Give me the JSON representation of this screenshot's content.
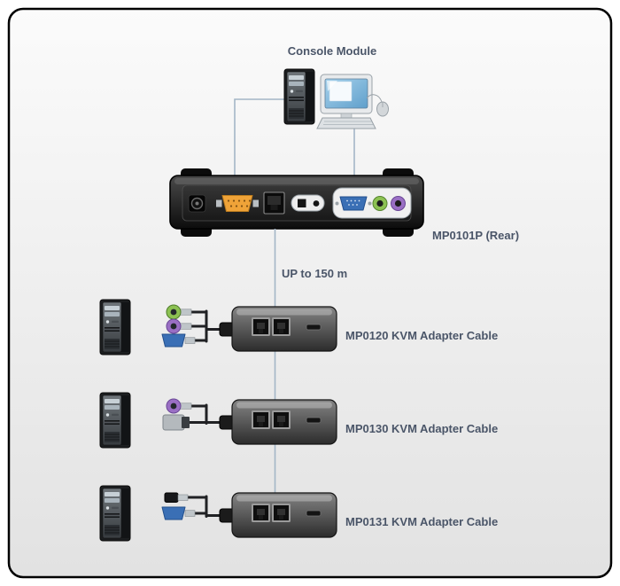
{
  "diagram": {
    "console_label": "Console Module",
    "device_label": "MP0101P (Rear)",
    "distance_label": "UP to 150 m",
    "adapters": [
      {
        "label": "MP0120 KVM Adapter Cable"
      },
      {
        "label": "MP0130 KVM Adapter Cable"
      },
      {
        "label": "MP0131 KVM Adapter Cable"
      }
    ],
    "colors": {
      "label": "#4a5568",
      "wire": "#a3b6c6",
      "vga_blue": "#3a6fb5",
      "serial_orange": "#efa338",
      "ps2_green": "#8cc152",
      "ps2_purple": "#9a6fc4"
    },
    "icons": {
      "computer-tower-icon": "dark tower PC pictogram",
      "monitor-icon": "CRT monitor with blue screen",
      "keyboard-icon": "gray keyboard pictogram",
      "mouse-icon": "gray mouse pictogram",
      "power-jack-icon": "round DC power jack",
      "serial-port-icon": "orange DB connector",
      "rj45-port-icon": "dark RJ-45 jack",
      "vga-port-icon": "blue VGA trapezoid connector",
      "ps2-mouse-port-icon": "green round PS/2 connector",
      "ps2-keyboard-port-icon": "purple round PS/2 connector",
      "usb-plug-icon": "black USB-A plug",
      "kvm-adapter-icon": "gray adapter box with two RJ-45 jacks"
    }
  }
}
